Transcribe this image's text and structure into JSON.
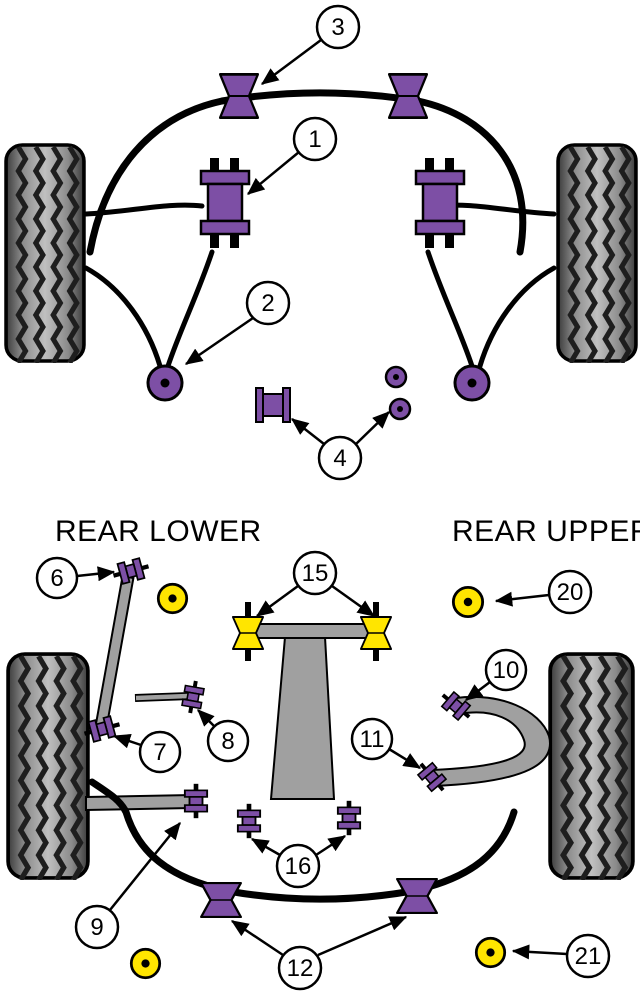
{
  "section_labels": {
    "rear_lower": "REAR LOWER",
    "rear_upper": "REAR UPPER"
  },
  "callouts": {
    "front": [
      "1",
      "2",
      "3",
      "4"
    ],
    "rear": [
      "6",
      "7",
      "8",
      "9",
      "10",
      "11",
      "12",
      "15",
      "16",
      "20",
      "21"
    ]
  },
  "colors": {
    "bushing_purple": "#7d4fa5",
    "bushing_yellow": "#ffe500",
    "metal_gray": "#a0a0a0",
    "outline": "#000000",
    "callout_fill": "#ffffff",
    "tire_dark": "#3c3c3c",
    "tire_light": "#c0c0c0"
  }
}
